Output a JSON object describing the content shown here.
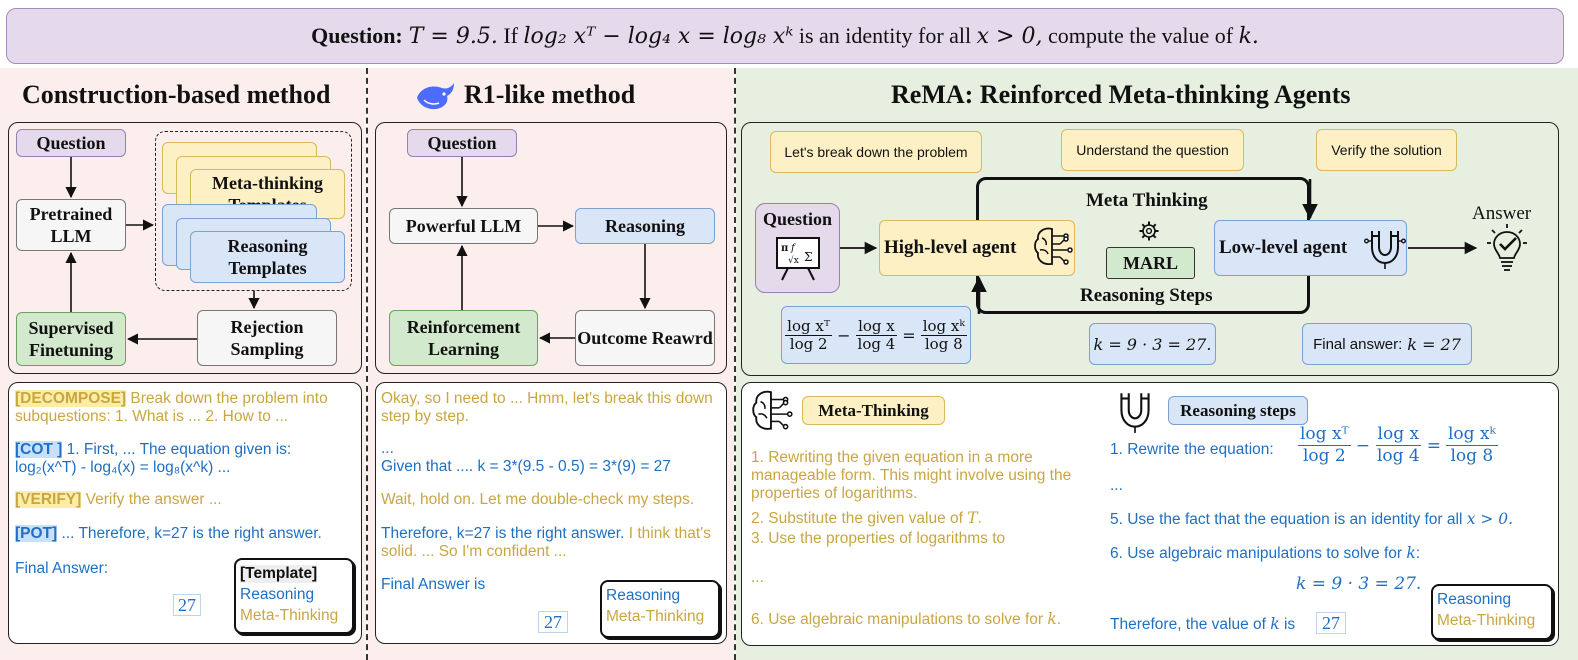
{
  "question_bar": {
    "label": "Question:",
    "math_T": "T = 9.5.",
    "text_if": "If",
    "math_eq": "log₂ xᵀ − log₄ x = log₈ xᵏ",
    "text_identity": "is an identity for all",
    "math_cond": "x > 0,",
    "text_compute": "compute the value of",
    "math_k": "k."
  },
  "construction": {
    "title": "Construction-based method",
    "question": "Question",
    "pretrained_llm": "Pretrained LLM",
    "meta_templates": "Meta-thinking Templates",
    "reasoning_templates": "Reasoning Templates",
    "rejection_sampling": "Rejection Sampling",
    "supervised_finetuning": "Supervised Finetuning",
    "example": {
      "decompose_tag": "[DECOMPOSE]",
      "decompose_text": " Break down the problem into subquestions: 1. What is ... 2. How to ...",
      "cot_tag": "[COT ]",
      "cot_text": " 1. First, ... The equation given is: log₂(x^T) - log₄(x) = log₈(x^k) ...",
      "verify_tag": "[VERIFY]",
      "verify_text": " Verify the answer ...",
      "pot_tag": "[POT]",
      "pot_text": " ... Therefore, k=27 is the right answer.",
      "final_label": "Final Answer:",
      "final_value": "27",
      "legend_template": "[Template]",
      "legend_reasoning": "Reasoning",
      "legend_meta": "Meta-Thinking"
    }
  },
  "r1": {
    "title": "R1-like method",
    "question": "Question",
    "powerful_llm": "Powerful LLM",
    "reasoning": "Reasoning",
    "reinforcement_learning": "Reinforcement Learning",
    "outcome_reward": "Outcome Reawrd",
    "example": {
      "line1": "Okay, so I need to ... Hmm, let's break this down step by step.",
      "ellipsis": "...",
      "line2": "Given that .... k = 3*(9.5 - 0.5) = 3*(9) = 27",
      "line3": "Wait, hold on. Let me double-check my steps.",
      "line4_reason": "Therefore, k=27 is the right answer.",
      "line4_meta": " I think that's solid. ... So I'm confident ...",
      "final_label": "Final Answer is",
      "final_value": "27",
      "legend_reasoning": "Reasoning",
      "legend_meta": "Meta-Thinking"
    }
  },
  "rema": {
    "title": "ReMA: Reinforced Meta-thinking Agents",
    "bubble_breakdown": "Let's break down the problem",
    "bubble_understand": "Understand the question",
    "bubble_verify": "Verify the solution",
    "question": "Question",
    "high_level_agent": "High-level agent",
    "meta_thinking": "Meta Thinking",
    "marl": "MARL",
    "reasoning_steps": "Reasoning Steps",
    "low_level_agent": "Low-level agent",
    "answer": "Answer",
    "k_calc": "k = 9 · 3 = 27.",
    "final_answer_label": "Final answer:",
    "final_answer_value": "k = 27",
    "meta_panel": {
      "header": "Meta-Thinking",
      "step1": "1. Rewriting the given equation in a more manageable form. This might involve using the properties of logarithms.",
      "step2": "2. Substitute the given value of ",
      "step2_var": "T",
      "step2_end": ".",
      "step3": "3. Use the properties of logarithms to",
      "ellipsis": "...",
      "step6": "6. Use algebraic manipulations to solve for ",
      "step6_var": "k",
      "step6_end": "."
    },
    "reason_panel": {
      "header": "Reasoning steps",
      "step1": "1. Rewrite the equation:",
      "ellipsis": "...",
      "step5": "5. Use the fact that the equation is an identity for all ",
      "step5_math": "x > 0.",
      "step6": "6. Use algebraic manipulations to solve for ",
      "step6_var": "k",
      "step6_end": ":",
      "calc": "k = 9 · 3 = 27.",
      "final": "Therefore, the value of ",
      "final_var": "k",
      "final_is": " is",
      "final_value": "27",
      "legend_reasoning": "Reasoning",
      "legend_meta": "Meta-Thinking"
    }
  },
  "math": {
    "lhs_num": "log xᵀ",
    "lhs_den": "log 2",
    "mid_num": "log x",
    "mid_den": "log 4",
    "rhs_num": "log xᵏ",
    "rhs_den": "log 8",
    "minus": "−",
    "equals": "="
  },
  "colors": {
    "meta_thinking": "#c9a642",
    "reasoning": "#1f6fc4",
    "question_purple": "#e5d9ec",
    "panel_pink": "#fbeeed",
    "panel_green": "#e7efe1"
  }
}
